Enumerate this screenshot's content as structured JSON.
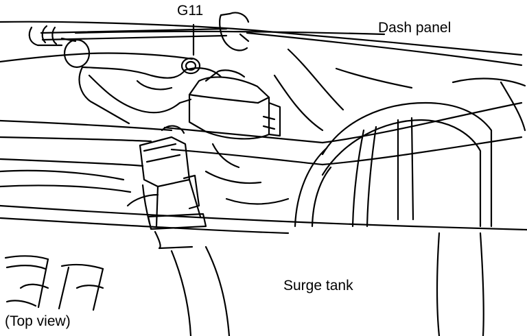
{
  "labels": {
    "component": "G11",
    "dash_panel": "Dash panel",
    "surge_tank": "Surge tank",
    "view": "(Top view)"
  },
  "colors": {
    "line": "#000000",
    "background": "#ffffff"
  }
}
